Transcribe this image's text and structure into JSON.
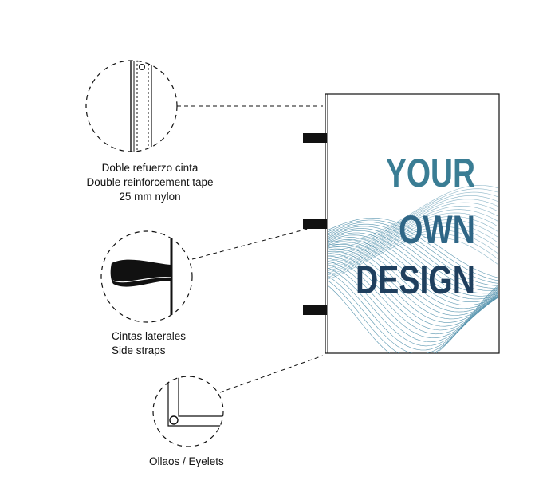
{
  "labels": {
    "reinforcement": {
      "line1": "Doble refuerzo cinta",
      "line2": "Double reinforcement tape",
      "line3": "25 mm nylon"
    },
    "straps": {
      "line1": "Cintas laterales",
      "line2": "Side straps"
    },
    "eyelets": {
      "line1": "Ollaos / Eyelets"
    }
  },
  "banner": {
    "line1": "YOUR",
    "line2": "OWN",
    "line3": "DESIGN"
  },
  "colors": {
    "text_teal": "#3a7d94",
    "text_navy": "#1f3f5e",
    "wave": "#3f85a3",
    "line": "#111111"
  }
}
